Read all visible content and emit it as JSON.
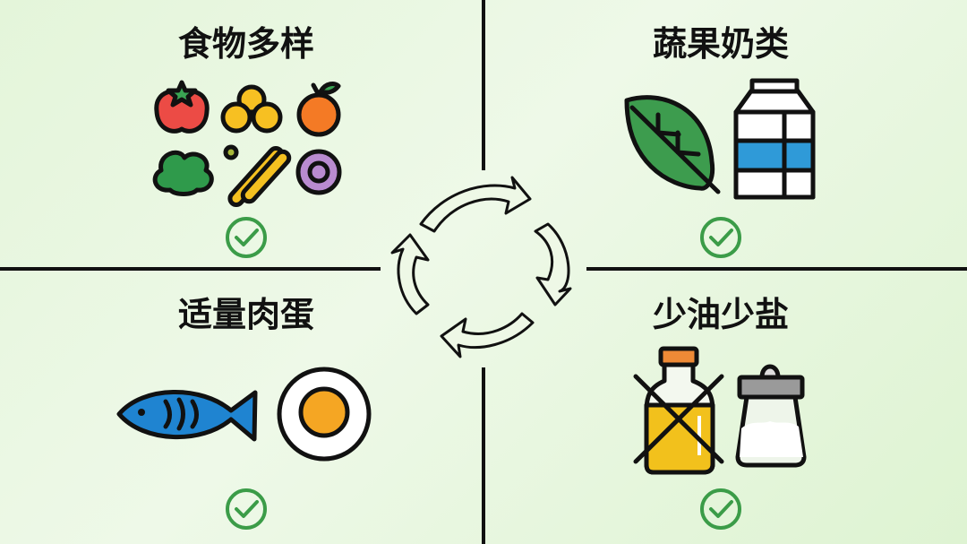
{
  "quadrants": [
    {
      "title": "食物多样",
      "icon": "fruits-vegetables-grid-icon",
      "status": "check-icon"
    },
    {
      "title": "蔬果奶类",
      "icon": "leaf-and-milk-carton-icon",
      "status": "check-icon"
    },
    {
      "title": "适量肉蛋",
      "icon": "fish-and-egg-icon",
      "status": "check-icon"
    },
    {
      "title": "少油少盐",
      "icon": "crossed-oil-bottle-and-salt-shaker-icon",
      "status": "check-icon"
    }
  ],
  "center": {
    "icon": "cycle-arrows-icon"
  },
  "colors": {
    "check": "#3b9c48",
    "divider": "#111111",
    "background": "#e6f6dc"
  }
}
